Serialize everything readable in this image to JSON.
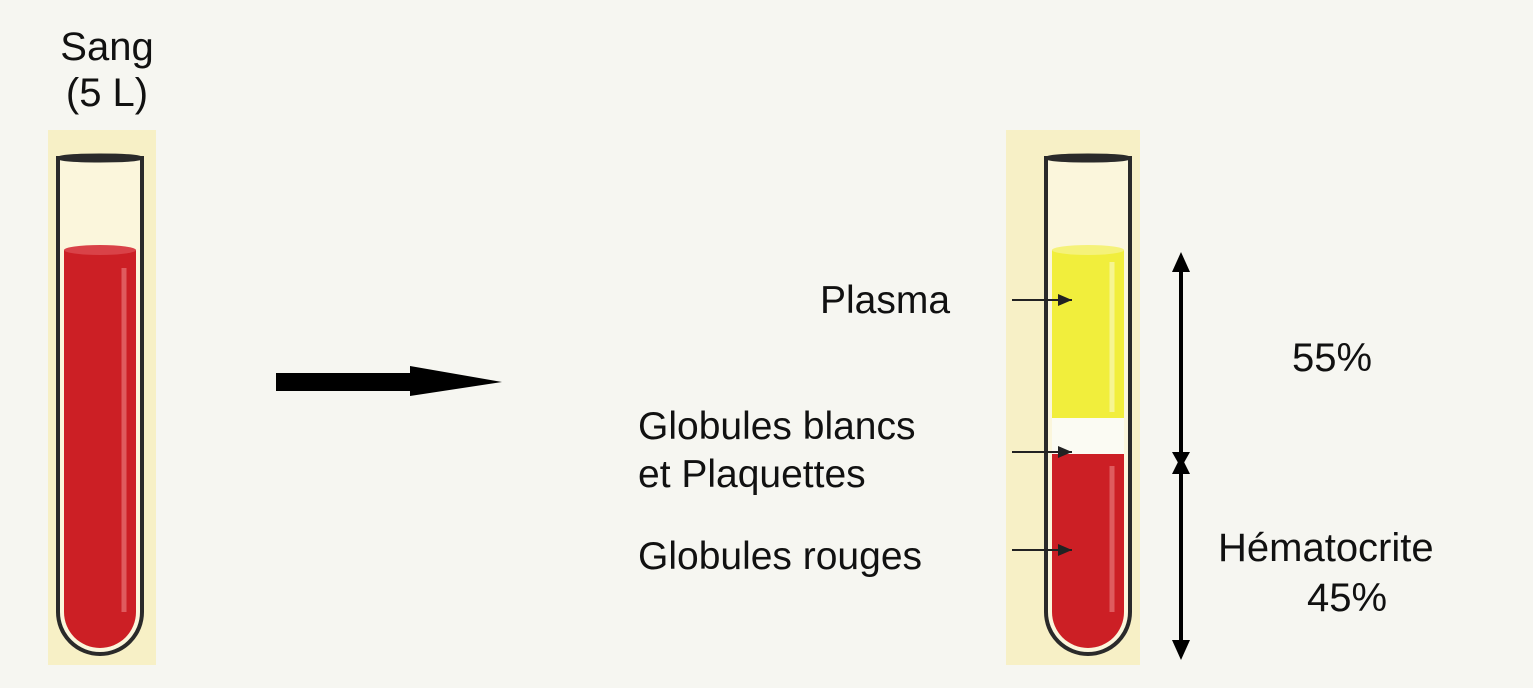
{
  "whole_blood": {
    "label_line1": "Sang",
    "label_line2": "(5 L)"
  },
  "separated": {
    "plasma_label": "Plasma",
    "buffy_coat_label_line1": "Globules blancs",
    "buffy_coat_label_line2": "et Plaquettes",
    "rbc_label": "Globules rouges",
    "plasma_percent": "55%",
    "hematocrit_label": "Hématocrite",
    "hematocrit_percent": "45%"
  },
  "colors": {
    "background": "#f6f6f1",
    "tube_backdrop": "#f7f0c6",
    "blood_red": "#cc1f25",
    "plasma_yellow": "#f1ee3c",
    "buffy_white": "#fbfbf3"
  }
}
